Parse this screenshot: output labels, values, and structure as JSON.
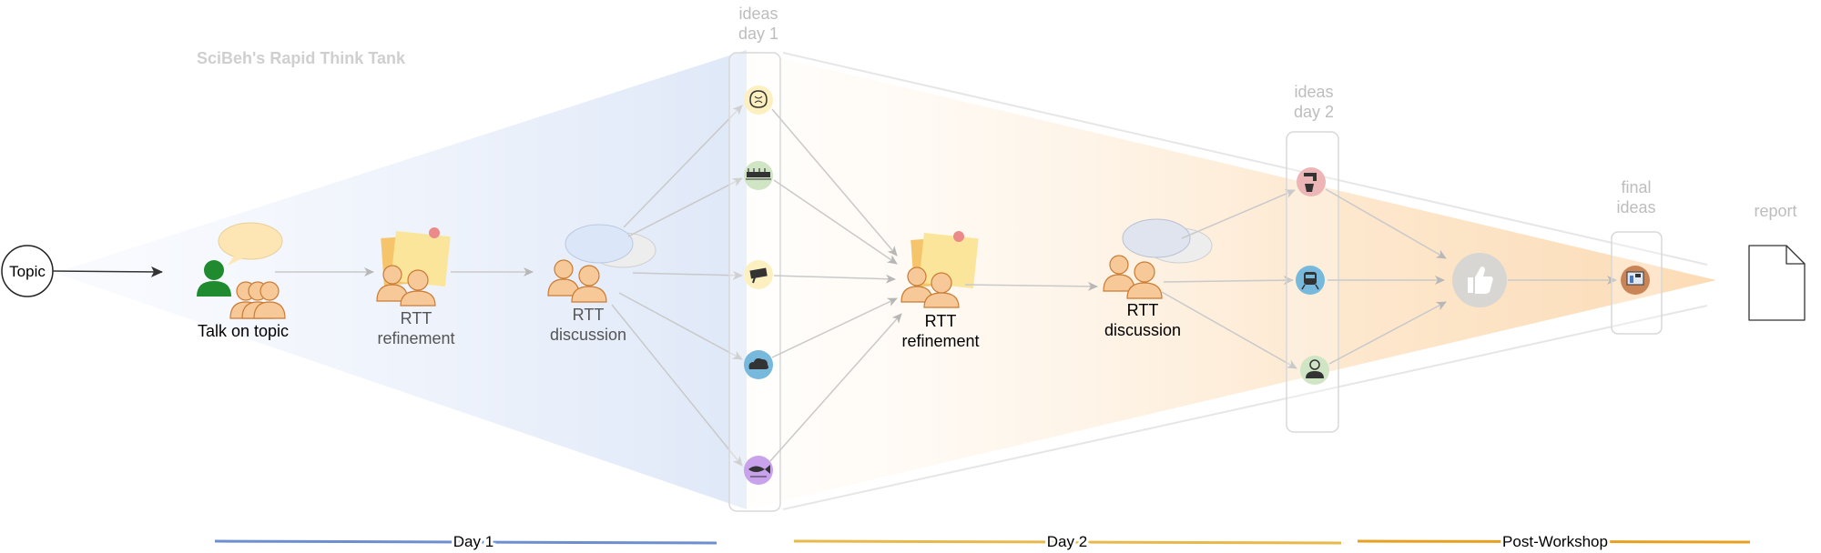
{
  "diagram": {
    "title": "SciBeh's Rapid Think Tank",
    "topic_label": "Topic",
    "stages": {
      "talk": "Talk on topic",
      "rtt1_line1": "RTT",
      "rtt1_line2": "refinement",
      "disc1_line1": "RTT",
      "disc1_line2": "discussion",
      "rtt2_line1": "RTT",
      "rtt2_line2": "refinement",
      "disc2_line1": "RTT",
      "disc2_line2": "discussion"
    },
    "columns": {
      "ideas_day1_line1": "ideas",
      "ideas_day1_line2": "day 1",
      "ideas_day2_line1": "ideas",
      "ideas_day2_line2": "day 2",
      "final_line1": "final",
      "final_line2": "ideas",
      "report": "report"
    },
    "timeline": {
      "day1": "Day 1",
      "day2": "Day 2",
      "post": "Post-Workshop"
    },
    "colors": {
      "day1_line": "#6d8fd0",
      "day2_line": "#e8b84a",
      "post_line": "#e8a020",
      "day1_funnel": "#e2eaf8",
      "day2_funnel": "#fde3c4",
      "person_orange": "#f7c999",
      "person_green": "#1f8a2e",
      "node_yellow": "#fdf0c0",
      "node_green": "#cfe5c4",
      "node_blue": "#76b9dc",
      "node_purple": "#c9a2ec",
      "node_pink": "#ecb6b6",
      "node_brown": "#c98458",
      "node_gray": "#d8d6d2"
    }
  }
}
